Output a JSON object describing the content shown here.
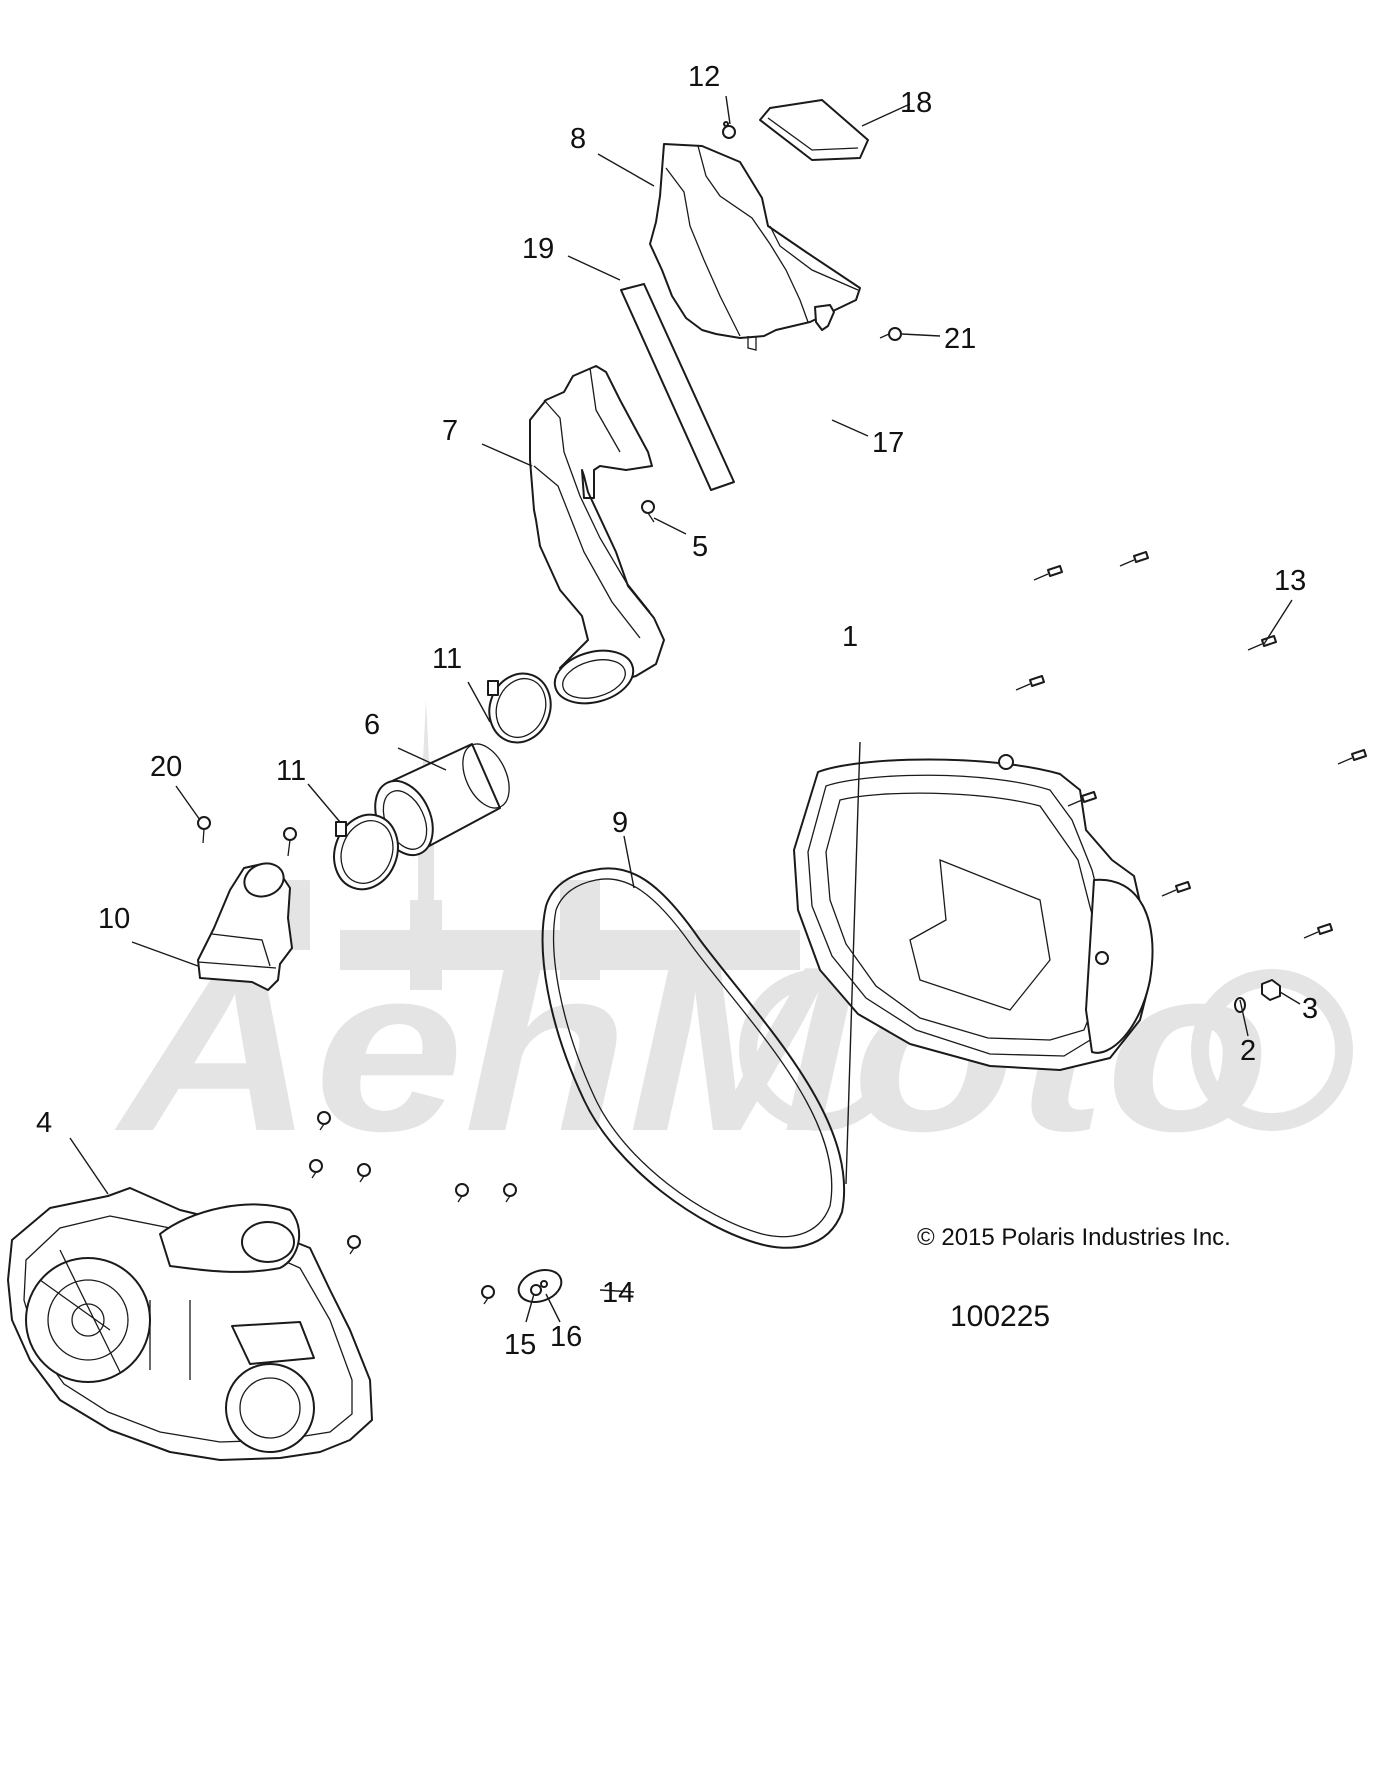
{
  "copyright": "© 2015 Polaris Industries Inc.",
  "figure_id": "100225",
  "watermark_text": "AehMoto",
  "callouts": {
    "c1": "1",
    "c2": "2",
    "c3": "3",
    "c4": "4",
    "c5": "5",
    "c6": "6",
    "c7": "7",
    "c8": "8",
    "c9": "9",
    "c10": "10",
    "c11a": "11",
    "c11b": "11",
    "c12": "12",
    "c13": "13",
    "c14": "14",
    "c15": "15",
    "c16": "16",
    "c17": "17",
    "c18": "18",
    "c19": "19",
    "c20": "20",
    "c21": "21"
  }
}
